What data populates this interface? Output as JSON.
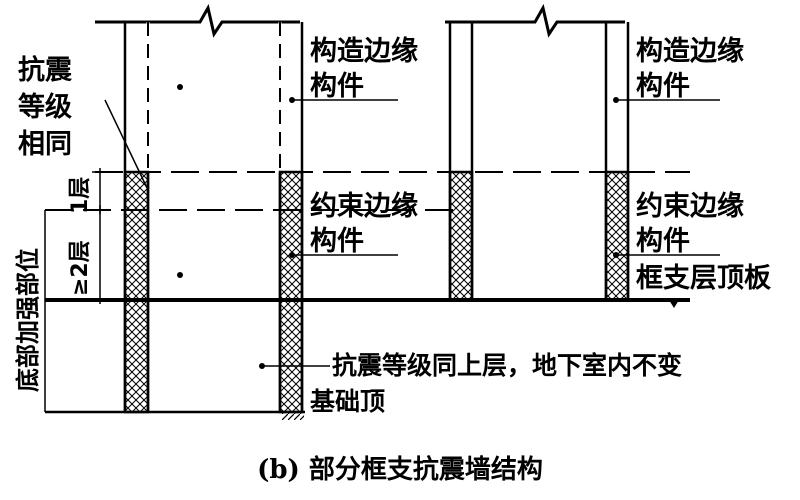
{
  "labels": {
    "same_grade_line1": "抗震",
    "same_grade_line2": "等级",
    "same_grade_line3": "相同",
    "constructional_line1": "构造边缘",
    "constructional_line2": "构件",
    "constrained_line1": "约束边缘",
    "constrained_line2": "构件",
    "floor_1": "1层",
    "floor_ge2": "≥2层",
    "reinforced_zone": "底部加强部位",
    "transfer_slab": "框支层顶板",
    "basement_line1": "抗震等级同上层，地下室内不变",
    "basement_line2": "基础顶"
  },
  "caption": "(b) 部分框支抗震墙结构"
}
